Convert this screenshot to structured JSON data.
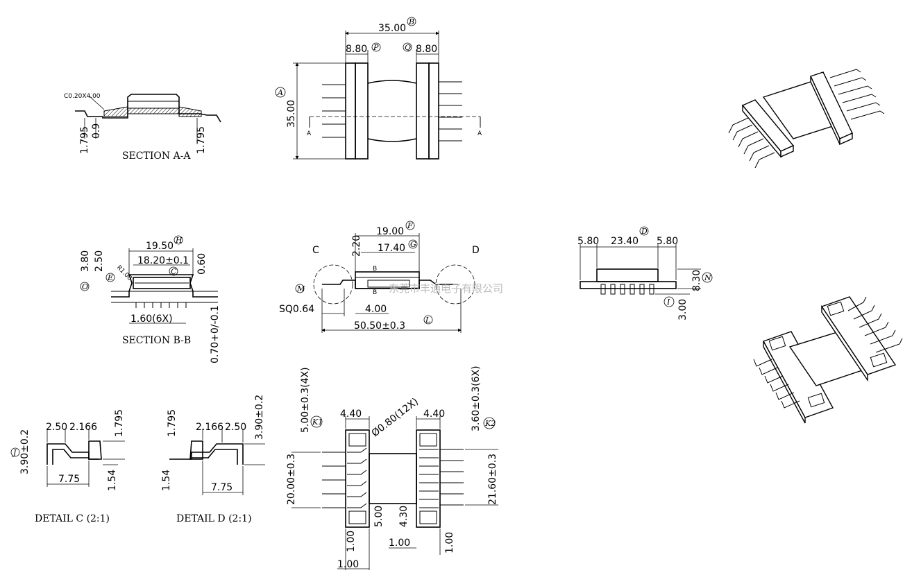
{
  "sections": {
    "a_a": {
      "title": "SECTION A-A",
      "chamfer": "C0.20X4.00",
      "dims": {
        "left_h": "1.795",
        "left_t": "0.9",
        "right_h": "1.795"
      }
    },
    "b_b": {
      "title": "SECTION B-B",
      "dims": {
        "w1": "19.50",
        "w2": "18.20±0.1",
        "h1": "3.80",
        "h2": "2.50",
        "h3": "0.60",
        "radius": "R1.00",
        "pitch": "1.60(6X)",
        "pin_t": "0.70+0/-0.1"
      },
      "marks": {
        "h": "H",
        "c": "C",
        "e": "E",
        "o": "O"
      }
    },
    "detail_c": {
      "title": "DETAIL C (2:1)",
      "dims": {
        "a": "2.50",
        "b": "2.166",
        "c": "1.795",
        "d": "3.90±0.2",
        "e": "7.75",
        "f": "1.54"
      },
      "marks": {
        "j": "J"
      }
    },
    "detail_d": {
      "title": "DETAIL D (2:1)",
      "dims": {
        "a": "1.795",
        "b": "2.166",
        "c": "2.50",
        "d": "3.90±0.2",
        "e": "7.75",
        "f": "1.54"
      }
    }
  },
  "top_view": {
    "dims": {
      "width": "35.00",
      "left_flange": "8.80",
      "right_flange": "8.80",
      "height": "35.00"
    },
    "marks": {
      "b": "B",
      "p": "P",
      "q": "Q",
      "a": "A"
    },
    "section_labels": {
      "left": "A",
      "right": "A"
    }
  },
  "side_view": {
    "dims": {
      "w1": "19.00",
      "w2": "17.40",
      "h1": "2.20",
      "sq": "SQ0.64",
      "gap": "4.00",
      "total": "50.50±0.3"
    },
    "marks": {
      "f": "F",
      "g": "G",
      "m": "M",
      "l": "L"
    },
    "callouts": {
      "c": "C",
      "d": "D",
      "b1": "B",
      "b2": "B"
    }
  },
  "end_view": {
    "dims": {
      "a": "5.80",
      "b": "23.40",
      "c": "5.80",
      "h": "8.30",
      "pin": "3.00"
    },
    "marks": {
      "d": "D",
      "n": "N",
      "i": "I"
    }
  },
  "bottom_view": {
    "dims": {
      "k1": "5.00±0.3(4X)",
      "left_w": "4.40",
      "hole": "Ø0.80(12X)",
      "right_w": "4.40",
      "k2": "3.60±0.3(6X)",
      "left_h": "20.00±0.3",
      "right_h": "21.60±0.3",
      "c1": "5.00",
      "c2": "4.30",
      "b1": "1.00",
      "b2": "1.00",
      "b3": "1.00",
      "b4": "1.00"
    },
    "marks": {
      "k1": "K1",
      "k2": "K2"
    }
  },
  "watermark": "东莞市丰通电子有限公司"
}
